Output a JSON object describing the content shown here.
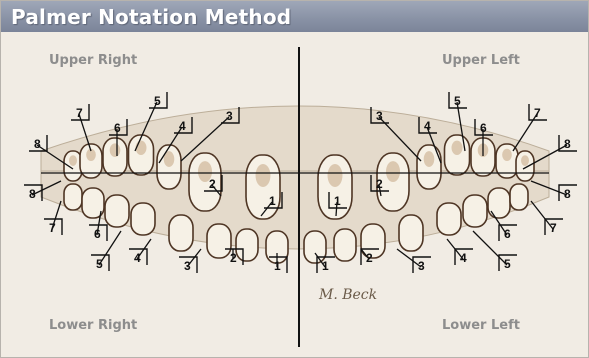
{
  "title": "Palmer Notation Method",
  "quadrants": {
    "upper_right": "Upper Right",
    "upper_left": "Upper Left",
    "lower_right": "Lower Right",
    "lower_left": "Lower Left"
  },
  "signature": "M. Beck",
  "tooth_labels": {
    "upper_right": [
      "1",
      "2",
      "3",
      "4",
      "5",
      "6",
      "7",
      "8"
    ],
    "upper_left": [
      "1",
      "2",
      "3",
      "4",
      "5",
      "6",
      "7",
      "8"
    ],
    "lower_right": [
      "1",
      "2",
      "3",
      "4",
      "5",
      "6",
      "7",
      "8"
    ],
    "lower_left": [
      "1",
      "2",
      "3",
      "4",
      "5",
      "6",
      "7",
      "8"
    ]
  }
}
